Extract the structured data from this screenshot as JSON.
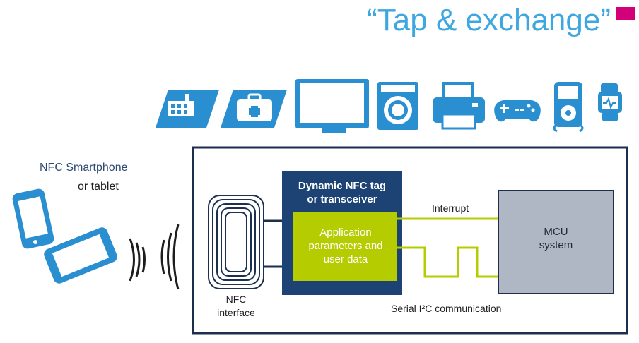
{
  "title": "“Tap & exchange”",
  "colors": {
    "title": "#3ea7e0",
    "accent_mark": "#d4007a",
    "icon_blue": "#2a8fd0",
    "tag_box": "#1c4373",
    "app_box": "#b5cd00",
    "mcu_box": "#aeb7c3",
    "frame": "#1c2f4f",
    "wire": "#b5cd00"
  },
  "icons": [
    "factory-icon",
    "medical-kit-icon",
    "tv-monitor-icon",
    "washing-machine-icon",
    "printer-icon",
    "gamepad-icon",
    "media-player-icon",
    "smartwatch-icon"
  ],
  "device": {
    "label_line1": "NFC Smartphone",
    "label_line2": "or tablet"
  },
  "tag": {
    "title_line1": "Dynamic NFC tag",
    "title_line2": "or transceiver",
    "app_line1": "Application",
    "app_line2": "parameters and",
    "app_line3": "user data"
  },
  "mcu": {
    "line1": "MCU",
    "line2": "system"
  },
  "links": {
    "interrupt": "Interrupt",
    "serial": "Serial I²C communication"
  },
  "nfc_interface": {
    "line1": "NFC",
    "line2": "interface"
  }
}
